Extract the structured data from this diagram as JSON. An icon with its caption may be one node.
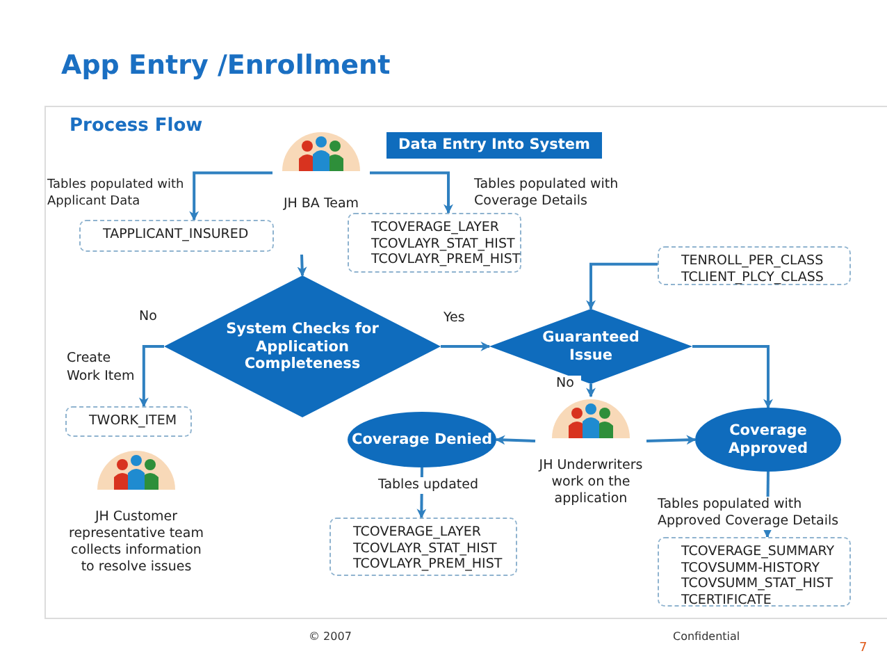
{
  "diagram": {
    "title": "App Entry /Enrollment",
    "nodes": [
      {
        "text": [
          "Data Entry Into System"
        ]
      },
      {
        "text": [
          "JH BA Team"
        ]
      },
      {
        "text": [
          "TAPPLICANT_INSURED"
        ]
      },
      {
        "text": [
          "TCOVERAGE_LAYER",
          "TCOVLAYR_STAT_HIST",
          "TCOVLAYR_PREM_HIST"
        ]
      },
      {
        "text": [
          "TENROLL_PER_CLASS",
          "TCLIENT_PLCY_CLASS"
        ]
      },
      {
        "text": [
          "System Checks for Application Completeness"
        ]
      },
      {
        "text": [
          "Guaranteed Issue"
        ]
      },
      {
        "text": [
          "TWORK_ITEM"
        ]
      },
      {
        "text": [
          "Coverage Denied"
        ]
      },
      {
        "text": [
          "JH Underwriters work on the application"
        ]
      },
      {
        "text": [
          "Coverage Approved"
        ]
      },
      {
        "text": [
          "JH Customer representative team collects information to resolve issues"
        ]
      },
      {
        "text": [
          "TCOVERAGE_LAYER",
          "TCOVLAYR_STAT_HIST",
          "TCOVLAYR_PREM_HIST"
        ]
      },
      {
        "text": [
          "TCOVERAGE_SUMMARY",
          "TCOVSUMM-HISTORY",
          "TCOVSUMM_STAT_HIST",
          "TCERTIFICATE"
        ]
      }
    ],
    "edges": [
      {
        "from": 1,
        "to": 2,
        "arrow": "to",
        "label": "Tables populated with Applicant Data"
      },
      {
        "from": 1,
        "to": 3,
        "arrow": "to",
        "label": "Tables populated with Coverage Details"
      },
      {
        "from": null,
        "to": 5,
        "arrow": "to"
      },
      {
        "from": 5,
        "to": 7,
        "arrow": "to",
        "label": "No"
      },
      {
        "from": 5,
        "to": 6,
        "arrow": "to",
        "label": "Yes"
      },
      {
        "from": 4,
        "to": 6,
        "arrow": "to"
      },
      {
        "from": 6,
        "to": 10,
        "arrow": "to"
      },
      {
        "from": 6,
        "to": 9,
        "arrow": "to",
        "label": "No"
      },
      {
        "from": 9,
        "to": 8,
        "arrow": "to"
      },
      {
        "from": 8,
        "to": 12,
        "arrow": "to",
        "label": "Tables updated"
      },
      {
        "from": 10,
        "to": 13,
        "arrow": "to",
        "label": "Tables populated with Approved Coverage Details"
      },
      {
        "from": 9,
        "to": 10,
        "arrow": "to"
      }
    ],
    "labels": [
      "Process Flow",
      "Create Work Item",
      "© 2007",
      "Confidential",
      "7"
    ]
  }
}
